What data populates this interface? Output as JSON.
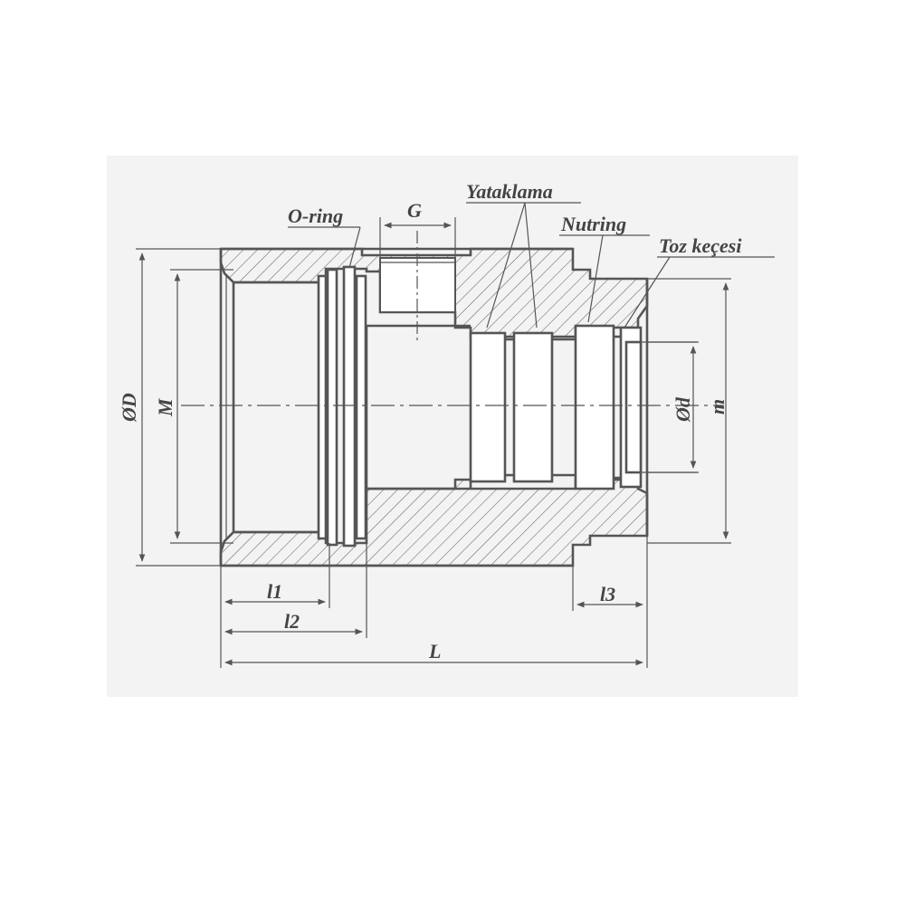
{
  "diagram": {
    "labels": {
      "o_ring": "O-ring",
      "g": "G",
      "yataklama": "Yataklama",
      "nutring": "Nutring",
      "toz_kecesi": "Toz keçesi",
      "od_outer": "ØD",
      "m_upper": "M",
      "od_inner": "Ød",
      "m_lower": "m",
      "l1": "l1",
      "l2": "l2",
      "l3": "l3",
      "l_total": "L"
    },
    "colors": {
      "background": "#f3f3f3",
      "line": "#555555",
      "hatch": "#666666",
      "text": "#444444"
    }
  }
}
